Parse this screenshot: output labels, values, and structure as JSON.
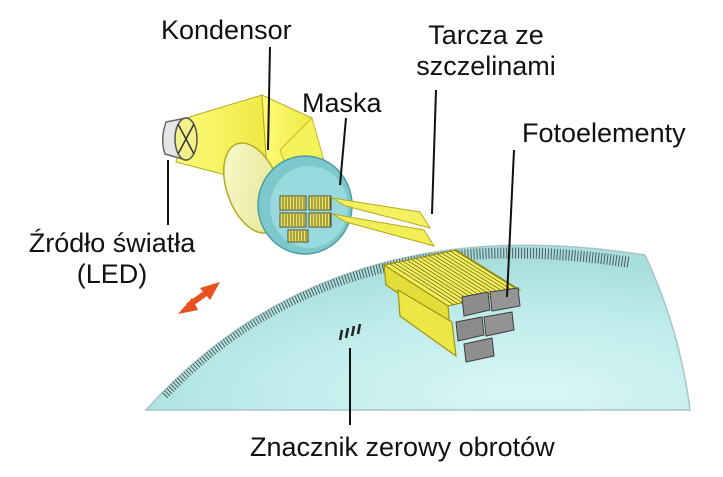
{
  "labels": {
    "condenser": "Kondensor",
    "mask": "Maska",
    "slotted_disc_line1": "Tarcza ze",
    "slotted_disc_line2": "szczelinami",
    "photo_elements": "Fotoelementy",
    "light_source_line1": "Źródło światła",
    "light_source_line2": "(LED)",
    "zero_marker": "Znacznik zerowy obrotów"
  },
  "icons": [
    "led-lamp-icon",
    "double-arrow-icon"
  ],
  "colors": {
    "disc_fill": "#bfecec",
    "disc_edge": "#9fbcbc",
    "light_beam": "#f4f25a",
    "beam_edge": "#b6a920",
    "mask_ring": "#79c4c9",
    "sensor_grey": "#8f8f8f",
    "arrow": "#e8501e"
  }
}
